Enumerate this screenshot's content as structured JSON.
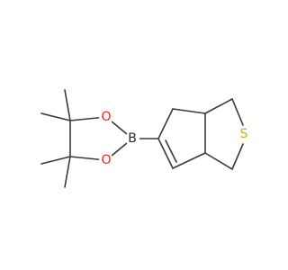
{
  "molecule": {
    "atoms": {
      "boron": {
        "symbol": "B",
        "color": "#2a2a2a"
      },
      "oxygen_top": {
        "symbol": "O",
        "color": "#e8281a"
      },
      "oxygen_bottom": {
        "symbol": "O",
        "color": "#e8281a"
      },
      "sulfur": {
        "symbol": "S",
        "color": "#c5b800"
      }
    },
    "bond_color": "#3a3a3a"
  }
}
